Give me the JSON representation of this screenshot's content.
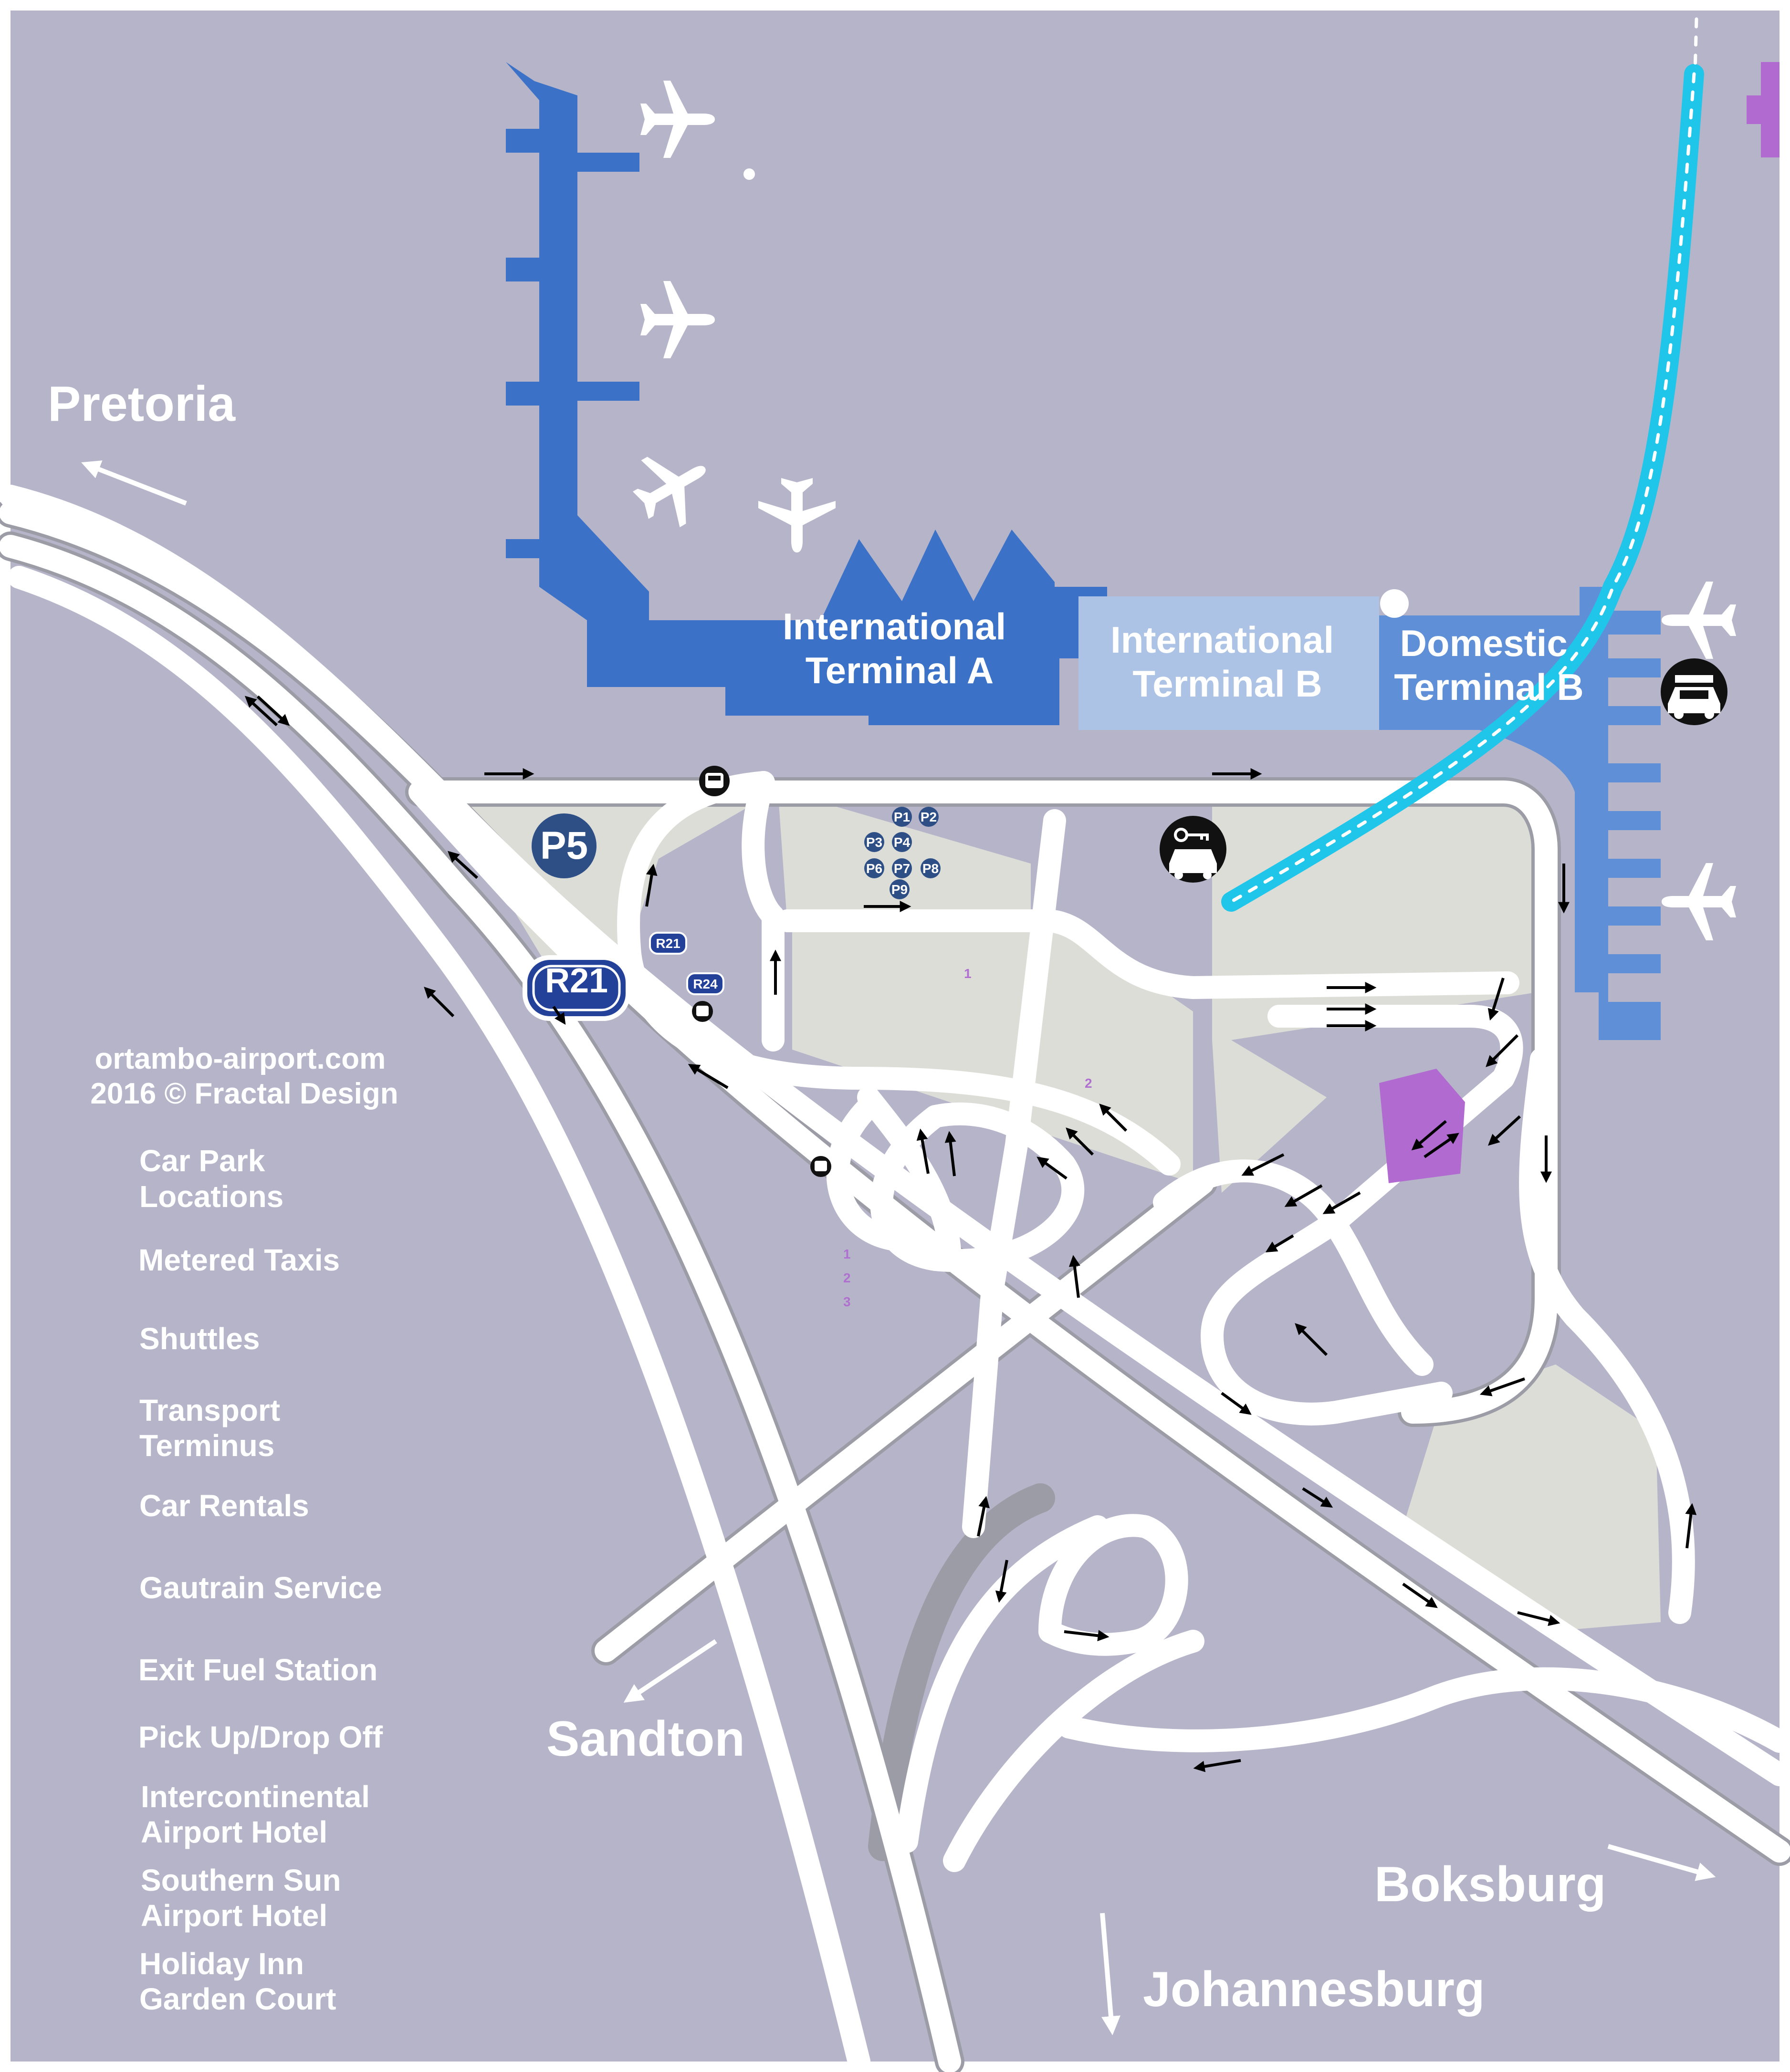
{
  "destinations": {
    "pretoria": "Pretoria",
    "sandton": "Sandton",
    "boksburg": "Boksburg",
    "johannesburg": "Johannesburg"
  },
  "terminals": {
    "intl_a": [
      "International",
      "Terminal A"
    ],
    "intl_b": [
      "International",
      "Terminal B"
    ],
    "domestic_b": [
      "Domestic",
      "Terminal B"
    ]
  },
  "credit": [
    "ortambo-airport.com",
    "2016 © Fractal Design"
  ],
  "legend": [
    [
      "Car Park",
      "Locations"
    ],
    [
      "Metered Taxis"
    ],
    [
      "Shuttles"
    ],
    [
      "Transport",
      "Terminus"
    ],
    [
      "Car Rentals"
    ],
    [
      "Gautrain Service"
    ],
    [
      "Exit Fuel Station"
    ],
    [
      "Pick Up/Drop Off"
    ],
    [
      "Intercontinental",
      "Airport Hotel"
    ],
    [
      "Southern Sun",
      "Airport Hotel"
    ],
    [
      "Holiday Inn",
      "Garden Court"
    ]
  ],
  "parking": {
    "p5": "P5",
    "small": [
      "P1",
      "P2",
      "P3",
      "P4",
      "P6",
      "P7",
      "P8",
      "P9"
    ]
  },
  "routes": {
    "r21_large": "R21",
    "r21_small": "R21",
    "r24": "R24"
  },
  "lane_numbers": {
    "a": "1",
    "b": "2",
    "stack": [
      "1",
      "2",
      "3"
    ]
  },
  "colors": {
    "background": "#b6b4c9",
    "terminal_a": "#3b72c7",
    "terminal_b_intl": "#adc3e6",
    "terminal_b_dom": "#5f8fd6",
    "gautrain": "#1fc6ea",
    "car_park_fill": "#dcddd7",
    "transport_terminus": "#b06ad0",
    "badge": "#2d4f86",
    "route_shield": "#24419a"
  },
  "icons": [
    "airplane-icon",
    "taxi-icon",
    "car-rental-icon",
    "bus-icon",
    "shuttle-icon"
  ]
}
